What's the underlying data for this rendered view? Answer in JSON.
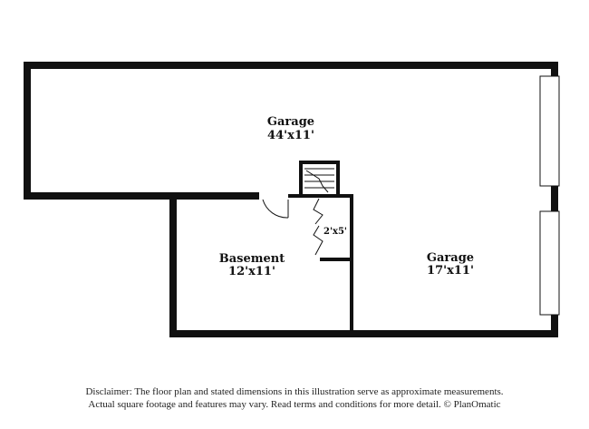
{
  "rooms": {
    "garage_upper": {
      "name": "Garage",
      "dims": "44'x11'"
    },
    "basement": {
      "name": "Basement",
      "dims": "12'x11'"
    },
    "garage_lower": {
      "name": "Garage",
      "dims": "17'x11'"
    },
    "closet": {
      "dims": "2'x5'"
    }
  },
  "disclaimer": {
    "line1": "Disclaimer: The floor plan and stated dimensions in this illustration serve as approximate measurements.",
    "line2": "Actual square footage and features may vary. Read terms and conditions for more detail. © PlanOmatic"
  }
}
